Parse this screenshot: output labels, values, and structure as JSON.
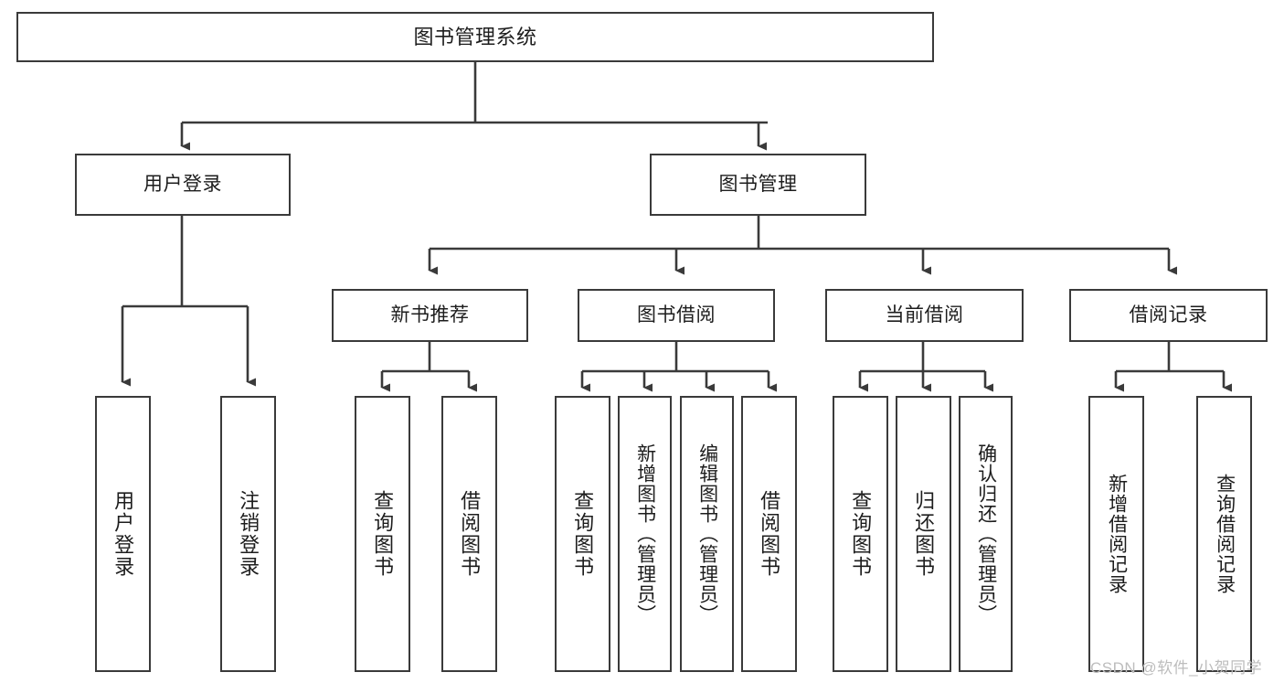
{
  "diagram": {
    "type": "tree-hierarchy",
    "title": "图书管理系统",
    "watermark": "CSDN @软件_小贺同学",
    "colors": {
      "box_border": "#3a3a3a",
      "box_fill": "#ffffff",
      "connector": "#3a3a3a",
      "text": "#1d1d1d",
      "watermark": "#bdbdbd",
      "background": "#ffffff"
    },
    "nodes": {
      "root": {
        "label": "图书管理系统",
        "level": 1,
        "orientation": "horizontal"
      },
      "l2": [
        {
          "id": "user-login",
          "label": "用户登录",
          "level": 2,
          "orientation": "horizontal"
        },
        {
          "id": "book-manage",
          "label": "图书管理",
          "level": 2,
          "orientation": "horizontal"
        }
      ],
      "l3": [
        {
          "id": "new-book-rec",
          "label": "新书推荐",
          "level": 3,
          "orientation": "horizontal",
          "parent": "book-manage"
        },
        {
          "id": "book-borrow",
          "label": "图书借阅",
          "level": 3,
          "orientation": "horizontal",
          "parent": "book-manage"
        },
        {
          "id": "current-borrow",
          "label": "当前借阅",
          "level": 3,
          "orientation": "horizontal",
          "parent": "book-manage"
        },
        {
          "id": "borrow-record",
          "label": "借阅记录",
          "level": 3,
          "orientation": "horizontal",
          "parent": "book-manage"
        }
      ],
      "leaves": [
        {
          "id": "leaf-user-login",
          "label": "用户登录",
          "parent": "user-login",
          "orientation": "vertical"
        },
        {
          "id": "leaf-user-logout",
          "label": "注销登录",
          "parent": "user-login",
          "orientation": "vertical"
        },
        {
          "id": "leaf-query-book-1",
          "label": "查询图书",
          "parent": "new-book-rec",
          "orientation": "vertical"
        },
        {
          "id": "leaf-borrow-book-1",
          "label": "借阅图书",
          "parent": "new-book-rec",
          "orientation": "vertical"
        },
        {
          "id": "leaf-query-book-2",
          "label": "查询图书",
          "parent": "book-borrow",
          "orientation": "vertical"
        },
        {
          "id": "leaf-add-book",
          "label": "新增图书（管理员）",
          "parent": "book-borrow",
          "orientation": "vertical"
        },
        {
          "id": "leaf-edit-book",
          "label": "编辑图书（管理员）",
          "parent": "book-borrow",
          "orientation": "vertical"
        },
        {
          "id": "leaf-borrow-book-2",
          "label": "借阅图书",
          "parent": "book-borrow",
          "orientation": "vertical"
        },
        {
          "id": "leaf-query-book-3",
          "label": "查询图书",
          "parent": "current-borrow",
          "orientation": "vertical"
        },
        {
          "id": "leaf-return-book",
          "label": "归还图书",
          "parent": "current-borrow",
          "orientation": "vertical"
        },
        {
          "id": "leaf-confirm-return",
          "label": "确认归还（管理员）",
          "parent": "current-borrow",
          "orientation": "vertical"
        },
        {
          "id": "leaf-add-record",
          "label": "新增借阅记录",
          "parent": "borrow-record",
          "orientation": "vertical"
        },
        {
          "id": "leaf-query-record",
          "label": "查询借阅记录",
          "parent": "borrow-record",
          "orientation": "vertical"
        }
      ]
    }
  }
}
